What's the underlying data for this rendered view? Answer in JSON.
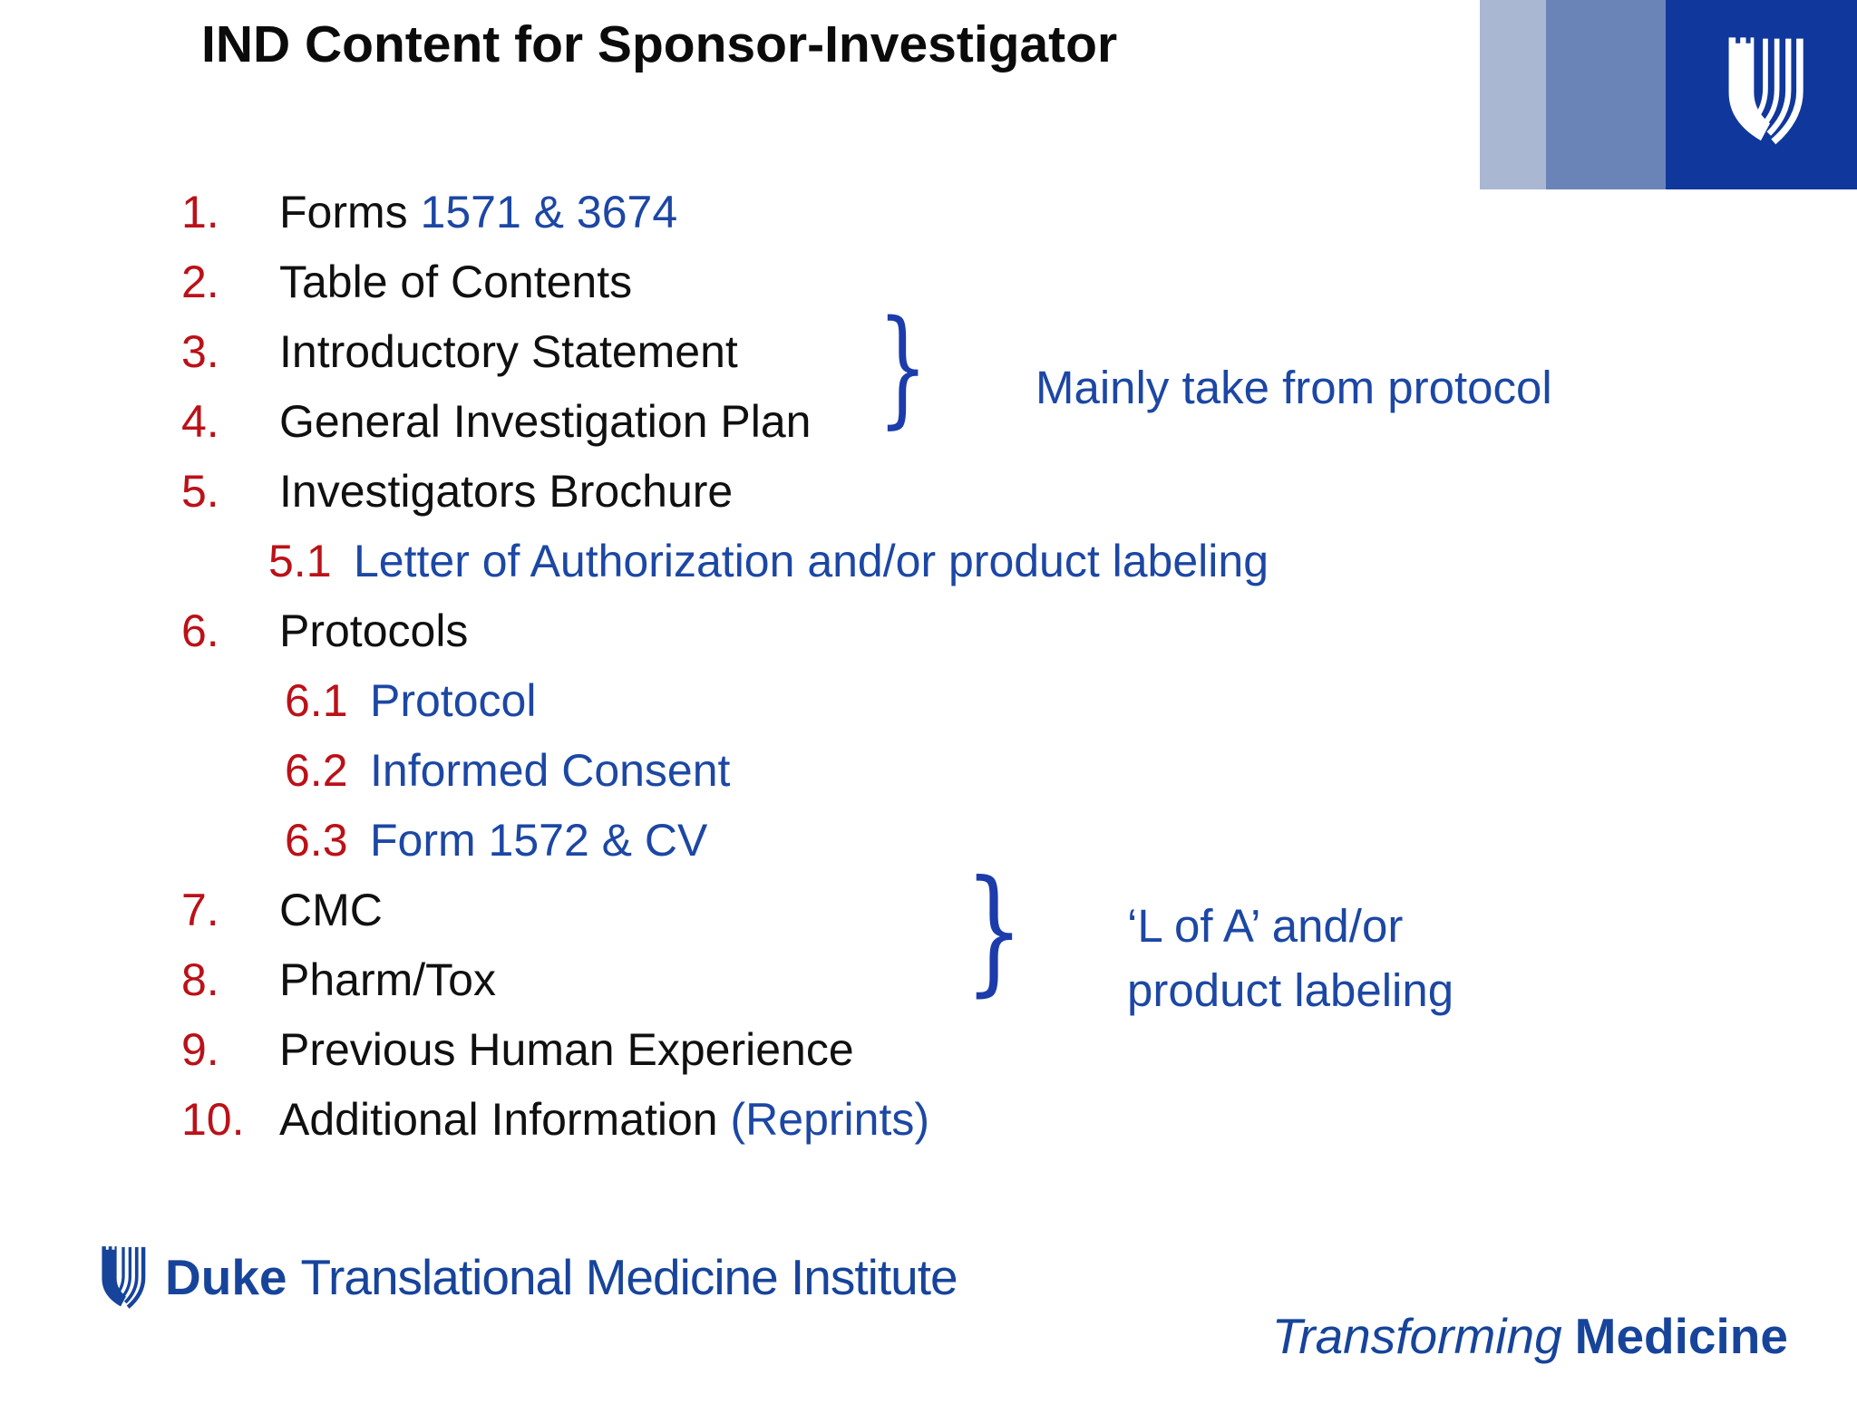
{
  "slide": {
    "title": "IND Content for Sponsor-Investigator",
    "list": [
      {
        "level": 0,
        "num": "1.",
        "parts": [
          {
            "t": "Forms ",
            "c": "black"
          },
          {
            "t": "1571 & 3674",
            "c": "blue"
          }
        ]
      },
      {
        "level": 0,
        "num": "2.",
        "parts": [
          {
            "t": "Table of Contents",
            "c": "black"
          }
        ]
      },
      {
        "level": 0,
        "num": "3.",
        "parts": [
          {
            "t": "Introductory Statement",
            "c": "black"
          }
        ]
      },
      {
        "level": 0,
        "num": "4.",
        "parts": [
          {
            "t": "General Investigation Plan",
            "c": "black"
          }
        ]
      },
      {
        "level": 0,
        "num": "5.",
        "parts": [
          {
            "t": "Investigators Brochure",
            "c": "black"
          }
        ]
      },
      {
        "level": 1,
        "num": "5.1",
        "parts": [
          {
            "t": "Letter of Authorization and/or product labeling",
            "c": "blue"
          }
        ]
      },
      {
        "level": 0,
        "num": "6.",
        "parts": [
          {
            "t": "Protocols",
            "c": "black"
          }
        ]
      },
      {
        "level": 2,
        "num": "6.1",
        "parts": [
          {
            "t": "Protocol",
            "c": "blue"
          }
        ]
      },
      {
        "level": 2,
        "num": "6.2",
        "parts": [
          {
            "t": "Informed Consent",
            "c": "blue"
          }
        ]
      },
      {
        "level": 2,
        "num": "6.3",
        "parts": [
          {
            "t": "Form 1572 & CV",
            "c": "blue"
          }
        ]
      },
      {
        "level": 0,
        "num": "7.",
        "parts": [
          {
            "t": "CMC",
            "c": "black"
          }
        ]
      },
      {
        "level": 0,
        "num": "8.",
        "parts": [
          {
            "t": "Pharm/Tox",
            "c": "black"
          }
        ]
      },
      {
        "level": 0,
        "num": "9.",
        "parts": [
          {
            "t": "Previous Human Experience",
            "c": "black"
          }
        ]
      },
      {
        "level": 0,
        "num": "10.",
        "parts": [
          {
            "t": "Additional Information ",
            "c": "black"
          },
          {
            "t": "(Reprints)",
            "c": "blue"
          }
        ]
      }
    ],
    "annotations": {
      "brace_glyph": "}",
      "note1": "Mainly take from protocol",
      "note2_line1": "‘L of A’ and/or",
      "note2_line2": "product labeling"
    },
    "footer": {
      "left_bold": "Duke",
      "left_rest": "Translational Medicine Institute",
      "right_italic": "Transforming",
      "right_bold": "Medicine"
    },
    "colors": {
      "number_red": "#BB1118",
      "text_black": "#101010",
      "accent_blue": "#1C47A4",
      "brace_blue": "#1C3CAC",
      "footer_blue": "#17449B",
      "logo_bar_light": "#A9B7D3",
      "logo_bar_medium": "#6B84B8",
      "logo_bar_dark": "#10379B"
    }
  }
}
